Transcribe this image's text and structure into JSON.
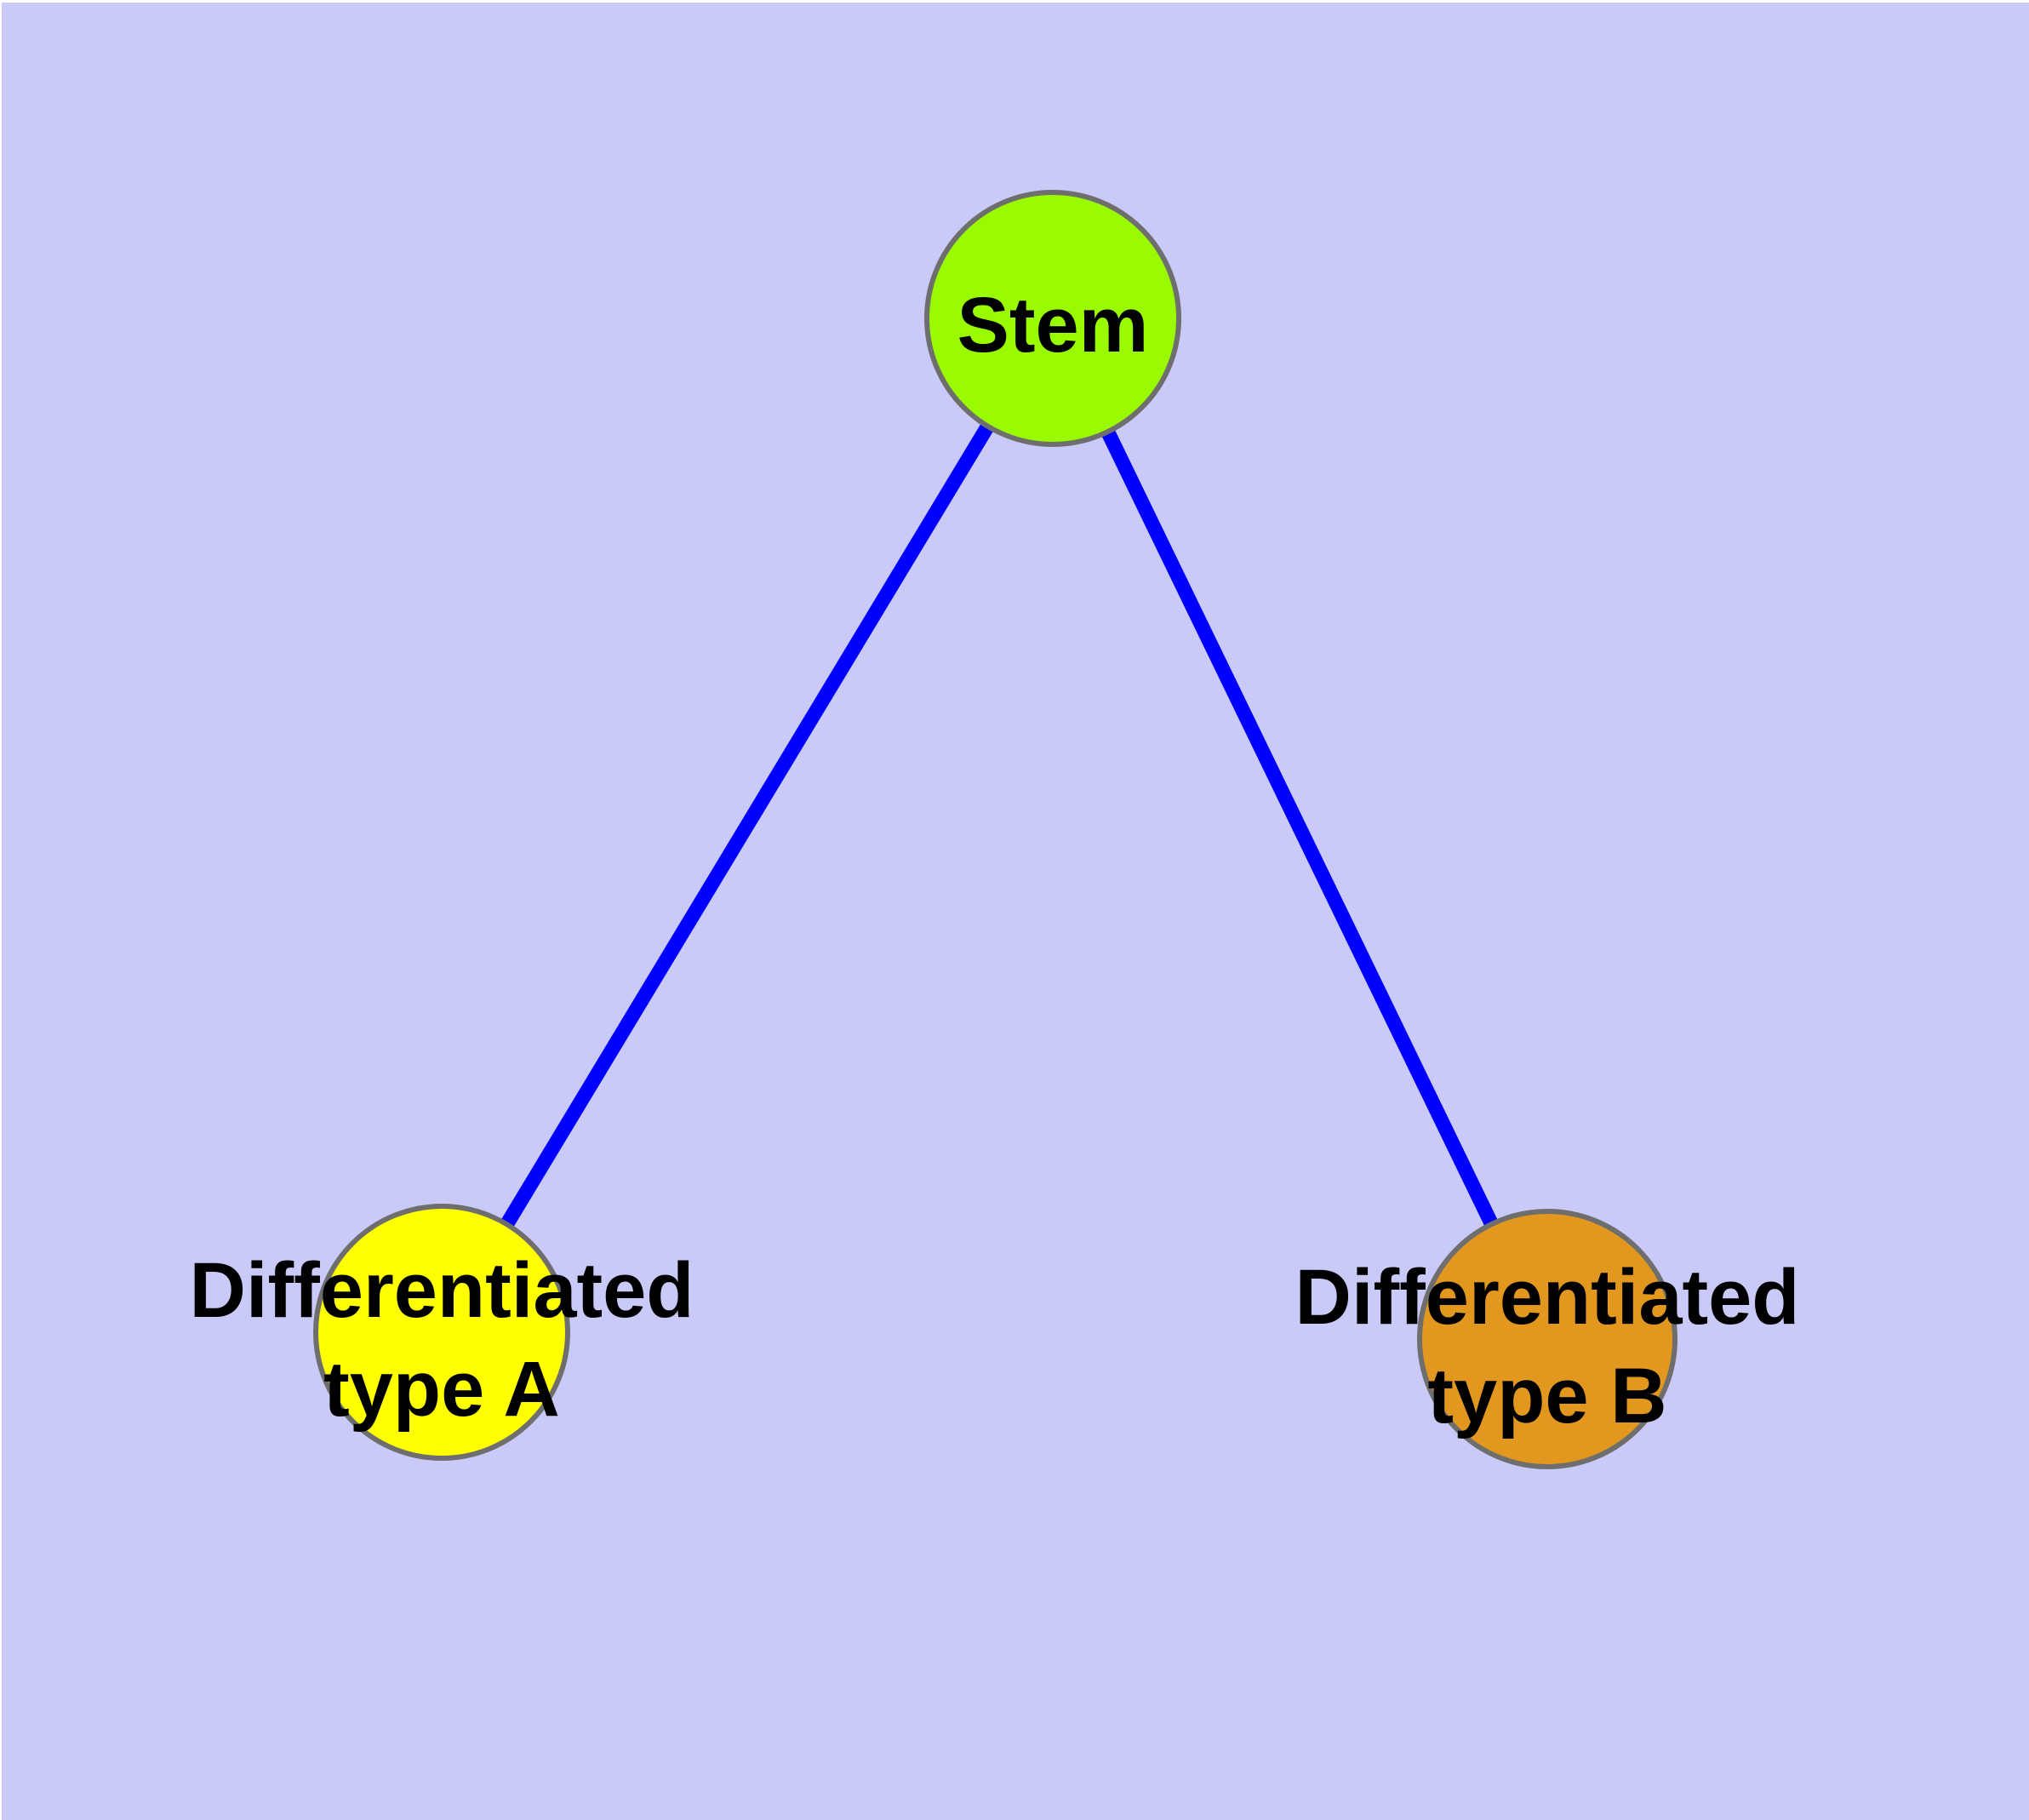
{
  "diagram": {
    "kind": "tree-graph",
    "background_color": "#CACAF8",
    "edge_color": "#0000FF",
    "node_border_color": "#6E6E6E",
    "text_color": "#000000",
    "nodes": [
      {
        "id": "stem",
        "label": "Stem",
        "line1": "Stem",
        "line2": "",
        "fill": "#9AFA00"
      },
      {
        "id": "differentiated-type-a",
        "label": "Differentiated type A",
        "line1": "Differentiated",
        "line2": "type A",
        "fill": "#FFFF00"
      },
      {
        "id": "differentiated-type-b",
        "label": "Differentiated type B",
        "line1": "Differentiated",
        "line2": "type B",
        "fill": "#E2981E"
      }
    ],
    "edges": [
      {
        "from": "Stem",
        "to": "Differentiated type A"
      },
      {
        "from": "Stem",
        "to": "Differentiated type B"
      }
    ]
  }
}
